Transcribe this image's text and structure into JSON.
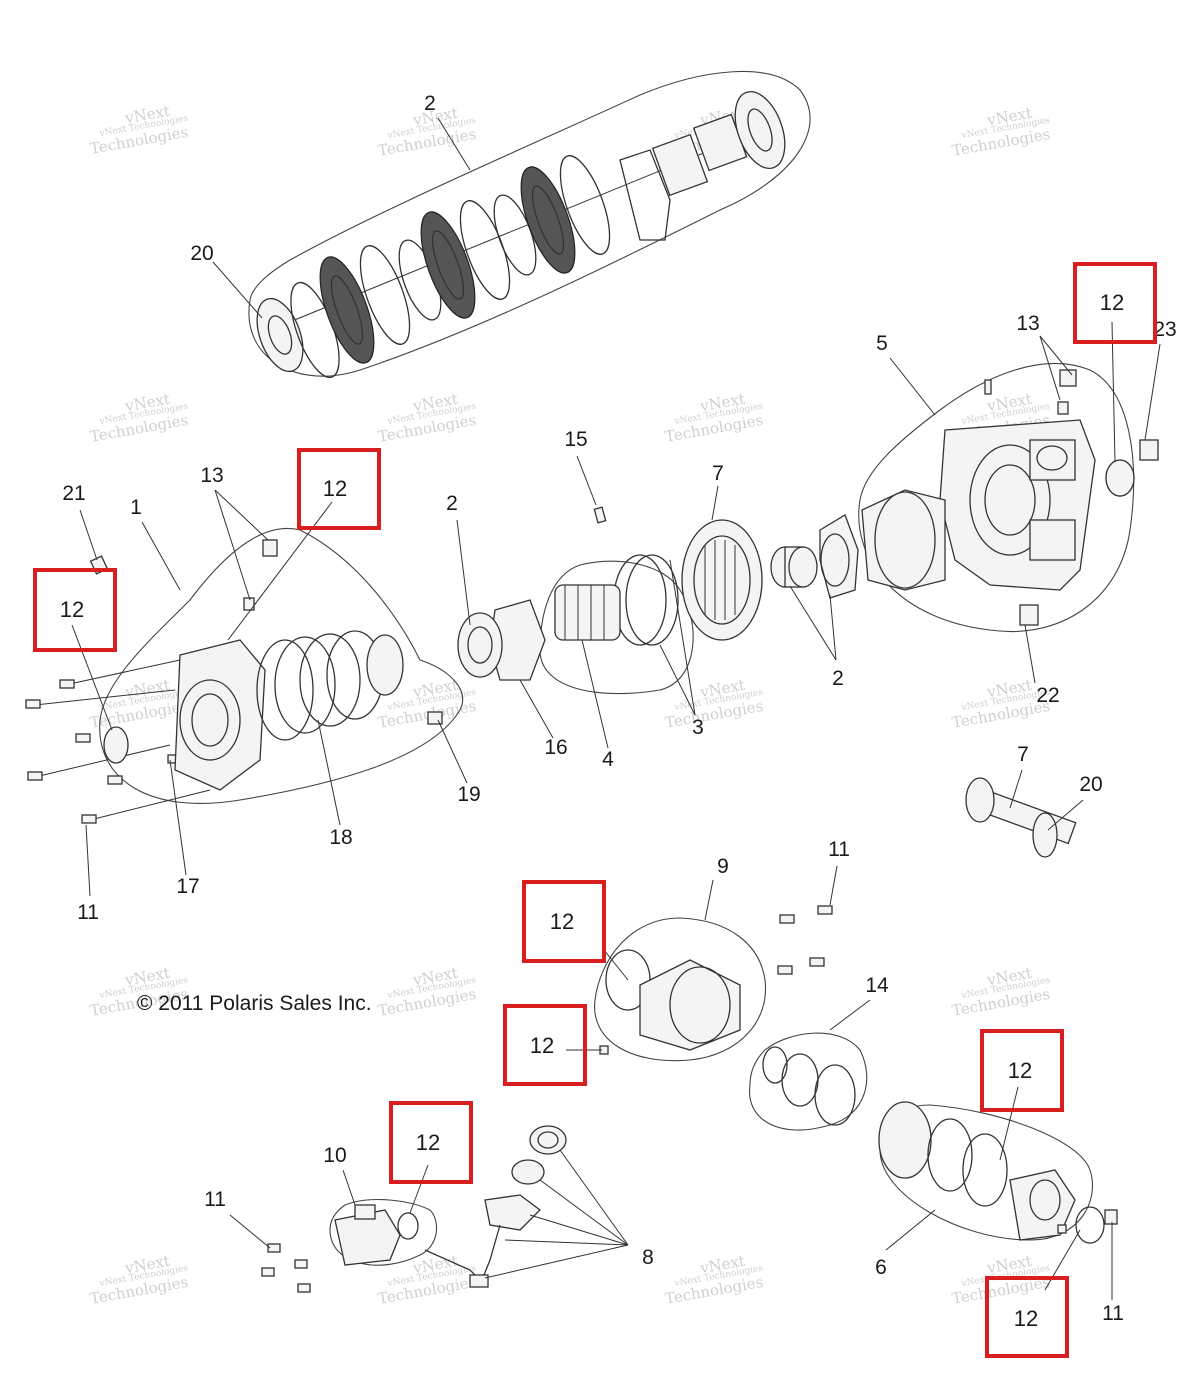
{
  "copyright": "© 2011 Polaris Sales Inc.",
  "watermark": {
    "line1": "vNext Technologies",
    "line2": "vNext",
    "line3": "Technologies"
  },
  "callouts": {
    "c2_top": "2",
    "c20_top": "20",
    "c5": "5",
    "c13_right": "13",
    "c23": "23",
    "c21": "21",
    "c1": "1",
    "c13_left": "13",
    "c2_mid": "2",
    "c15": "15",
    "c7_mid": "7",
    "c2_right": "2",
    "c22": "22",
    "c16": "16",
    "c4": "4",
    "c3": "3",
    "c19": "19",
    "c18": "18",
    "c17": "17",
    "c11_left": "11",
    "c7_right": "7",
    "c20_right": "20",
    "c9": "9",
    "c11_mid": "11",
    "c14": "14",
    "c10": "10",
    "c11_bottom_left": "11",
    "c8": "8",
    "c6": "6",
    "c11_bottom_right": "11"
  },
  "boxed_callouts": {
    "b12_top_right": "12",
    "b12_upper_left": "12",
    "b12_left": "12",
    "b12_cover_top": "12",
    "b12_cover_bottom": "12",
    "b12_lower_right": "12",
    "b12_bottom_left": "12",
    "b12_bottom_right": "12"
  },
  "colors": {
    "highlight": "#d81e1e",
    "line": "#333333",
    "watermark": "#cfcfcf"
  }
}
